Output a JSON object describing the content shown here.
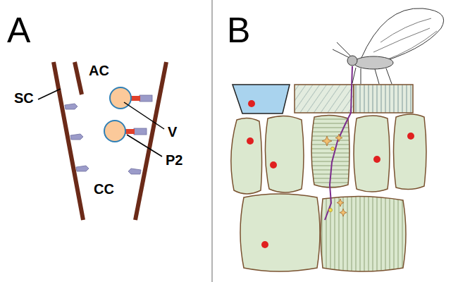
{
  "diagram": {
    "labels": [
      "A",
      "AC",
      "SC",
      "V",
      "P2",
      "CC",
      "B"
    ]
  }
}
